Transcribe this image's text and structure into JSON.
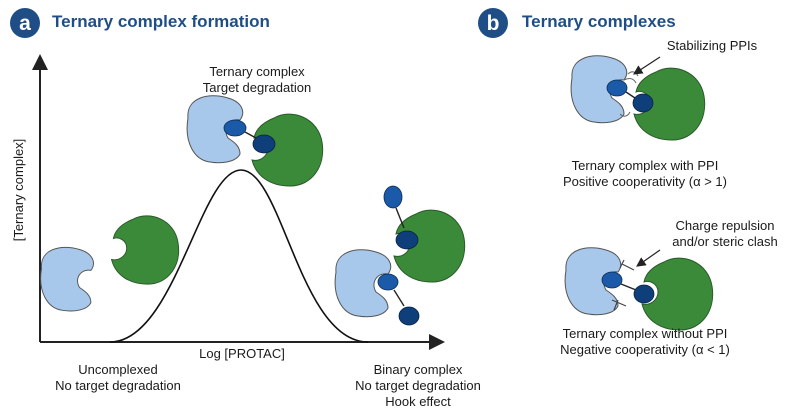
{
  "panel_a": {
    "badge": "a",
    "title": "Ternary complex formation",
    "y_axis_label": "[Ternary complex]",
    "x_axis_label": "Log [PROTAC]",
    "peak_label": [
      "Ternary complex",
      "Target degradation"
    ],
    "left_label": [
      "Uncomplexed",
      "No target degradation"
    ],
    "right_label": [
      "Binary complex",
      "No target degradation",
      "Hook effect"
    ]
  },
  "panel_b": {
    "badge": "b",
    "title": "Ternary complexes",
    "top_annotation": "Stabilizing PPIs",
    "top_caption": [
      "Ternary complex with PPI",
      "Positive cooperativity (α > 1)"
    ],
    "bottom_annotation": [
      "Charge repulsion",
      "and/or steric clash"
    ],
    "bottom_caption": [
      "Ternary complex without PPI",
      "Negative cooperativity (α < 1)"
    ]
  },
  "colors": {
    "accent": "#1f4e86",
    "target_protein": "#a7c8ea",
    "e3_ligase": "#3a8a3a",
    "protac_warhead": "#1a5aa8",
    "protac_anchor": "#0f3f7a"
  }
}
